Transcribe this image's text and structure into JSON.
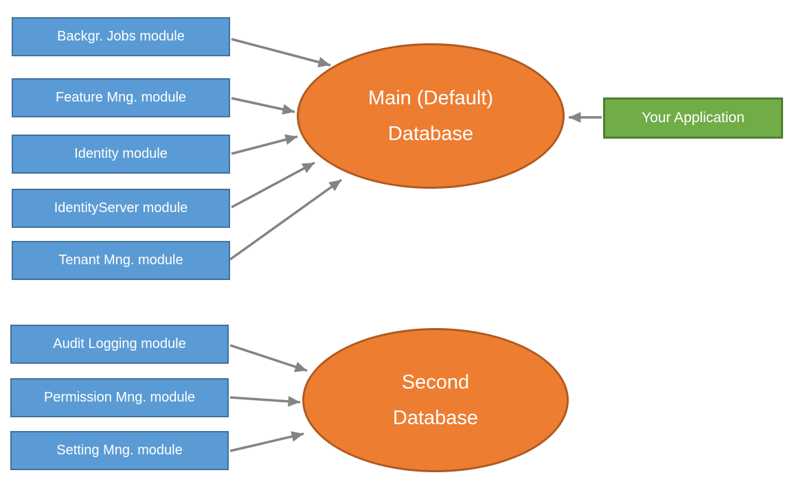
{
  "main_group": {
    "modules": [
      "Backgr. Jobs module",
      "Feature Mng. module",
      "Identity module",
      "IdentityServer module",
      "Tenant Mng. module"
    ],
    "database": {
      "lines": [
        "Main (Default)",
        "Database"
      ]
    }
  },
  "second_group": {
    "modules": [
      "Audit Logging module",
      "Permission Mng. module",
      "Setting Mng. module"
    ],
    "database": {
      "lines": [
        "Second",
        "Database"
      ]
    }
  },
  "application": {
    "label": "Your Application"
  },
  "colors": {
    "module_fill": "#5B9BD5",
    "module_border": "#41719C",
    "database_fill": "#ED7D31",
    "database_border": "#AE5A21",
    "application_fill": "#70AD47",
    "application_border": "#507E32",
    "arrow": "#848484",
    "text": "#FFFFFF",
    "background": "#FFFFFF"
  }
}
